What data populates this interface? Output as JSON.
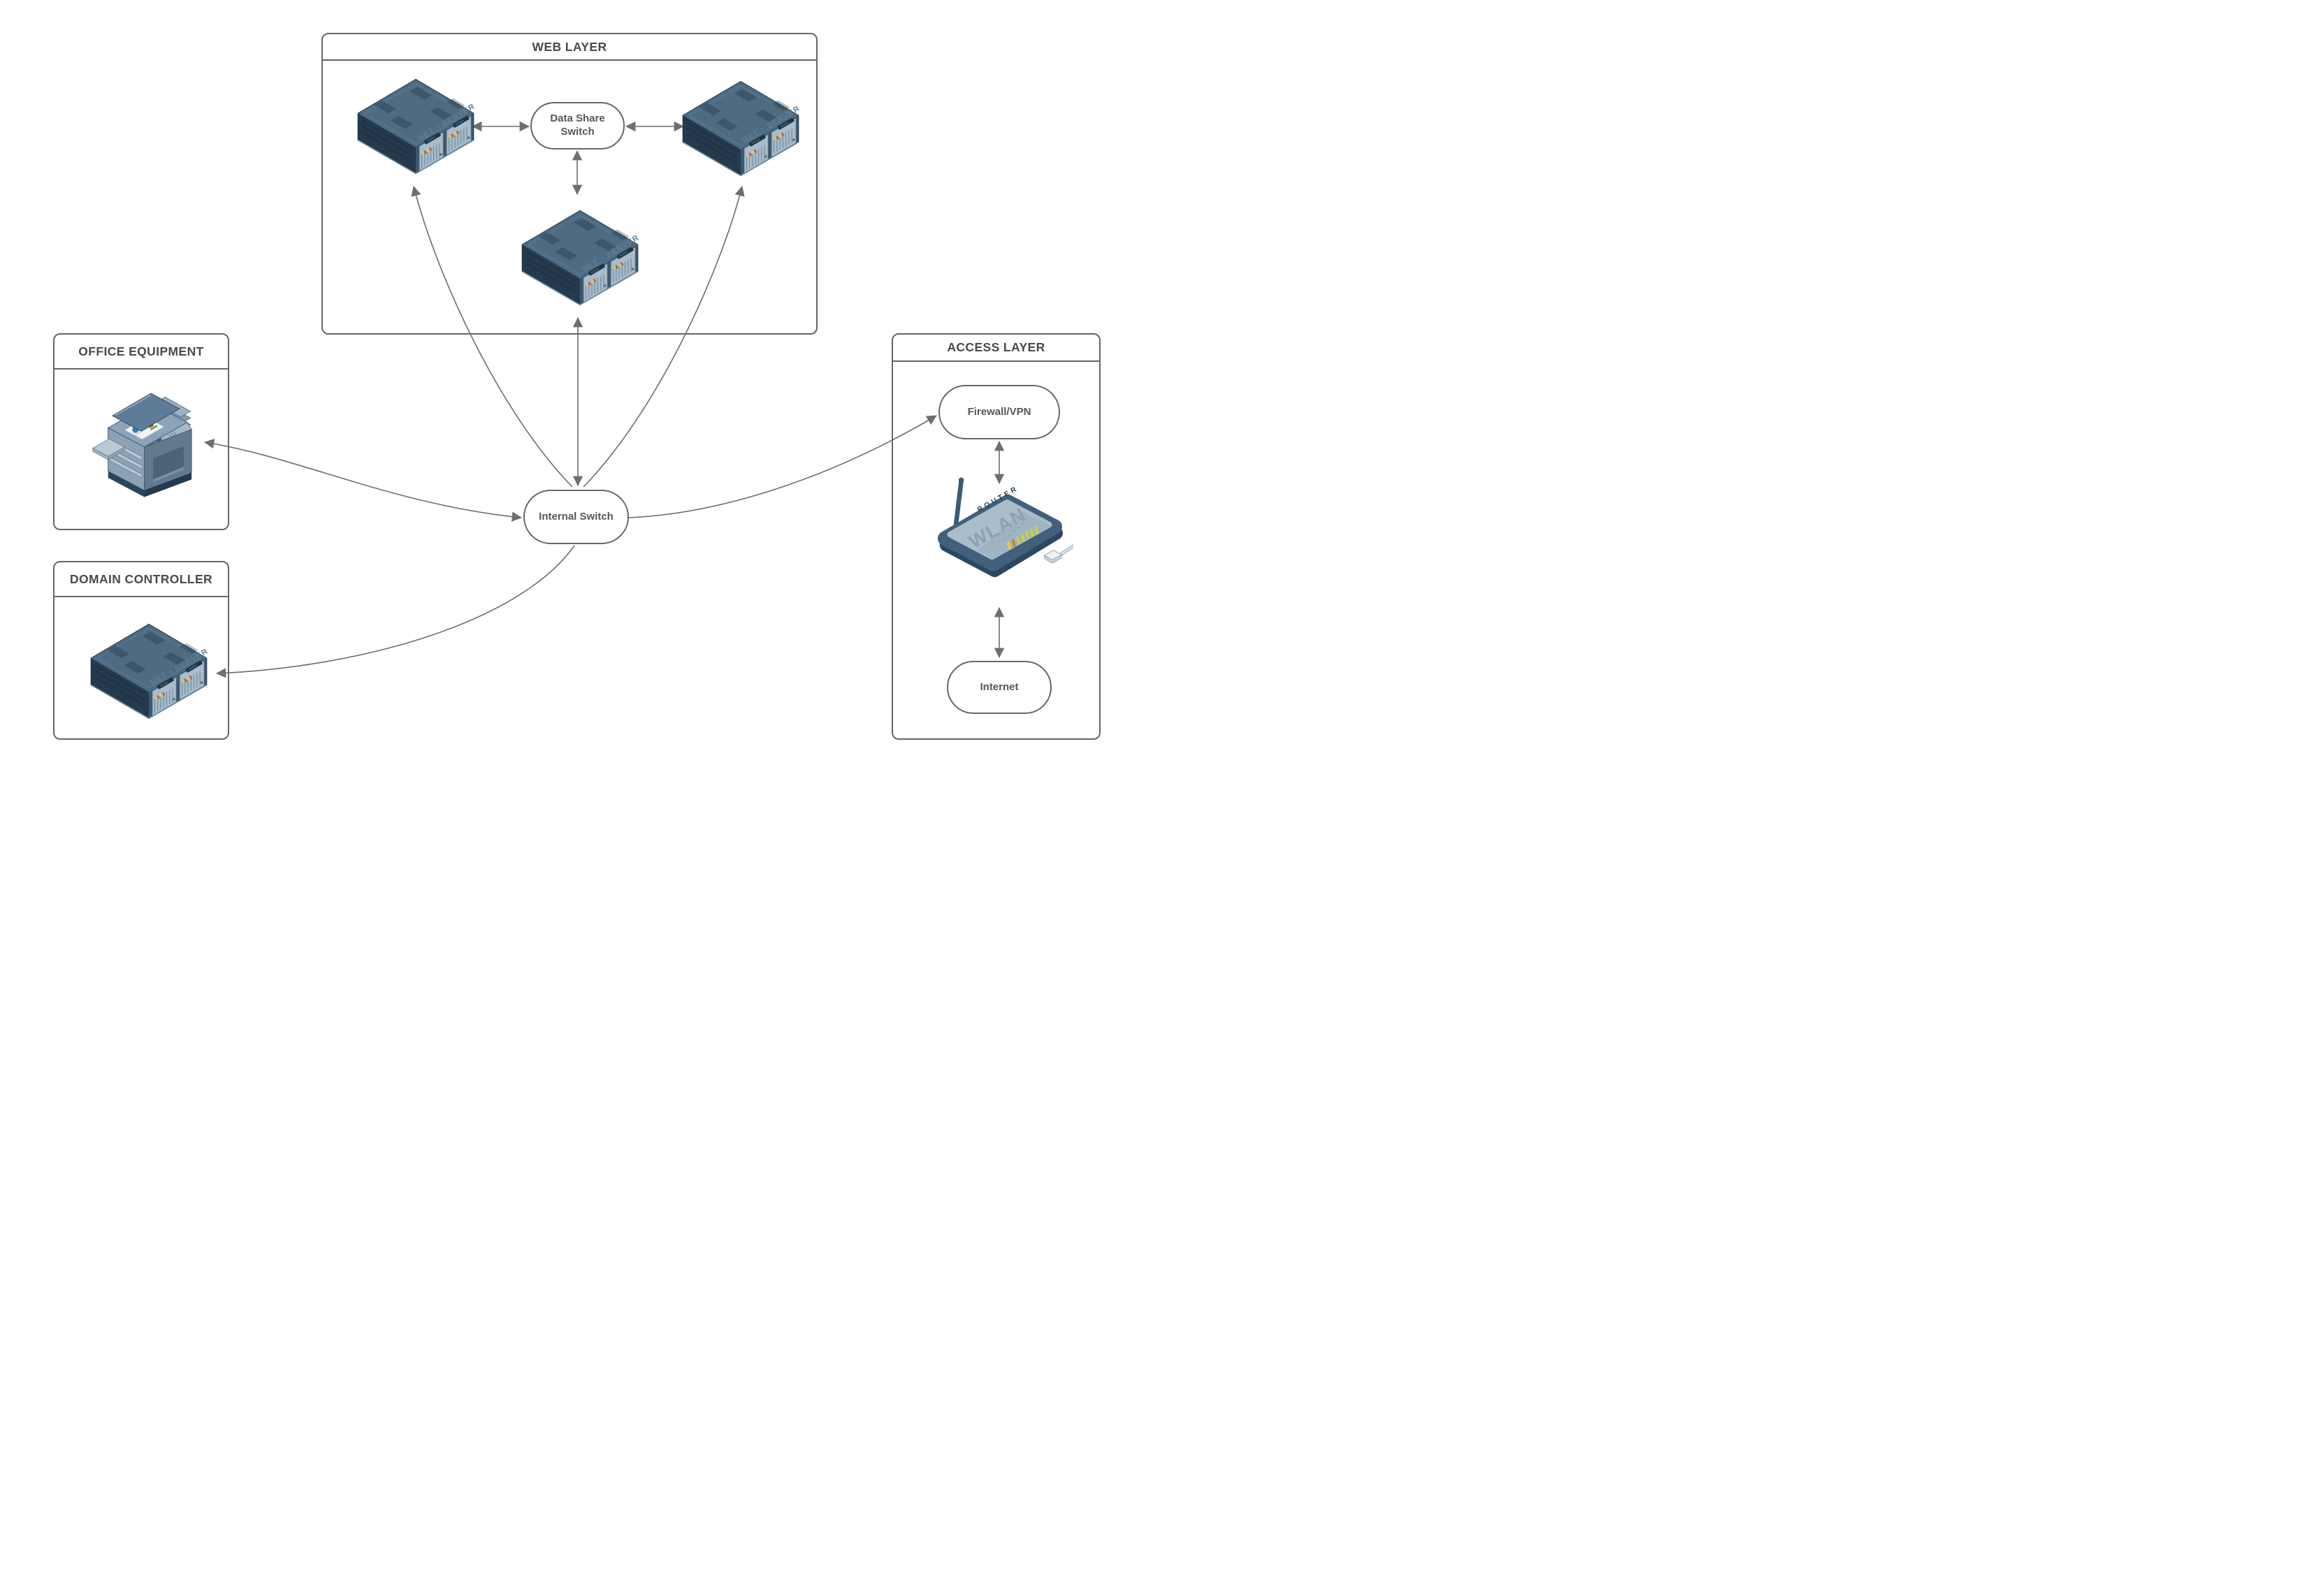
{
  "sections": {
    "web_layer": {
      "title": "WEB LAYER"
    },
    "office_equipment": {
      "title": "OFFICE EQUIPMENT"
    },
    "domain_controller": {
      "title": "DOMAIN CONTROLLER"
    },
    "access_layer": {
      "title": "ACCESS LAYER"
    }
  },
  "nodes": {
    "data_share_switch": {
      "label": "Data Share Switch"
    },
    "internal_switch": {
      "label": "Internal Switch"
    },
    "firewall": {
      "label": "Firewall/VPN"
    },
    "internet": {
      "label": "Internet"
    }
  },
  "devices": {
    "net_server_label": "NET • SERVER",
    "router_rim_label": "ROUTER",
    "router_top_label": "WLAN"
  },
  "edges": [
    {
      "from": "web-server-left",
      "to": "data-share-switch",
      "arrows": "both"
    },
    {
      "from": "web-server-right",
      "to": "data-share-switch",
      "arrows": "both"
    },
    {
      "from": "data-share-switch",
      "to": "web-server-bottom",
      "arrows": "both"
    },
    {
      "from": "web-server-bottom",
      "to": "internal-switch",
      "arrows": "both"
    },
    {
      "from": "internal-switch",
      "to": "web-server-left",
      "arrows": "forward"
    },
    {
      "from": "internal-switch",
      "to": "web-server-right",
      "arrows": "forward"
    },
    {
      "from": "internal-switch",
      "to": "office-printer",
      "arrows": "both"
    },
    {
      "from": "internal-switch",
      "to": "domain-controller-server",
      "arrows": "forward"
    },
    {
      "from": "internal-switch",
      "to": "firewall",
      "arrows": "forward"
    },
    {
      "from": "firewall",
      "to": "wlan-router",
      "arrows": "both"
    },
    {
      "from": "wlan-router",
      "to": "internet",
      "arrows": "both"
    }
  ],
  "colors": {
    "border": "#666666",
    "arrow": "#6e6e6e",
    "title_text": "#4a4a4a",
    "node_text": "#565656",
    "server_top": "#4e6b81",
    "server_side": "#253b4d",
    "server_front": "#3c5871",
    "panel_light": "#a9bcca",
    "led_yellow": "#d9ce52",
    "led_red": "#c65545",
    "router_shell": "#41607c",
    "router_top": "#a9bdcb"
  }
}
